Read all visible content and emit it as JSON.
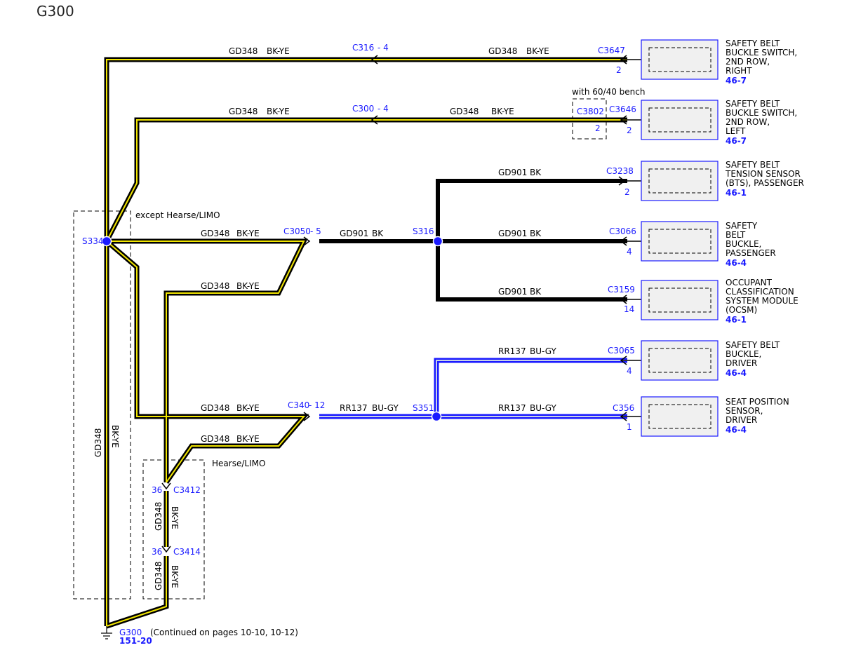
{
  "title": "G300",
  "colors": {
    "black_yellow": "#f2e600",
    "blue": "#1a1aff",
    "blue_gray": "#c8d2e6",
    "box_fill": "#f0f0f0"
  },
  "notes": {
    "bench": "with 60/40 bench",
    "except_hearse": "except Hearse/LIMO",
    "hearse": "Hearse/LIMO",
    "continued": "(Continued on pages 10-10, 10-12)"
  },
  "splices": {
    "s334": "S334",
    "s316": "S316",
    "s351": "S351"
  },
  "connectors": {
    "c316": "C316",
    "c316_pin": "- 4",
    "c300": "C300",
    "c300_pin": "- 4",
    "c3647": "C3647",
    "c3647_pin": "2",
    "c3802": "C3802",
    "c3802_pin": "2",
    "c3646": "C3646",
    "c3646_pin": "2",
    "c3238": "C3238",
    "c3238_pin": "2",
    "c3050": "C3050",
    "c3050_pin": "- 5",
    "c3066": "C3066",
    "c3066_pin": "4",
    "c3159": "C3159",
    "c3159_pin": "14",
    "c3065": "C3065",
    "c3065_pin": "4",
    "c340": "C340",
    "c340_pin": "- 12",
    "c356": "C356",
    "c356_pin": "1",
    "c3412": "C3412",
    "c3412_pin": "36",
    "c3414": "C3414",
    "c3414_pin": "36"
  },
  "wires": {
    "gd348": "GD348",
    "bkye": "BK-YE",
    "gd901": "GD901",
    "bk": "BK",
    "rr137": "RR137",
    "bugy": "BU-GY"
  },
  "devices": [
    {
      "lines": [
        "SAFETY BELT",
        "BUCKLE SWITCH,",
        "2ND ROW,",
        "RIGHT"
      ],
      "ref": "46-7"
    },
    {
      "lines": [
        "SAFETY BELT",
        "BUCKLE SWITCH,",
        "2ND ROW,",
        "LEFT"
      ],
      "ref": "46-7"
    },
    {
      "lines": [
        "SAFETY BELT",
        "TENSION SENSOR",
        "(BTS), PASSENGER"
      ],
      "ref": "46-1"
    },
    {
      "lines": [
        "SAFETY",
        "BELT",
        "BUCKLE,",
        "PASSENGER"
      ],
      "ref": "46-4"
    },
    {
      "lines": [
        "OCCUPANT",
        "CLASSIFICATION",
        "SYSTEM MODULE",
        "(OCSM)"
      ],
      "ref": "46-1"
    },
    {
      "lines": [
        "SAFETY BELT",
        "BUCKLE,",
        "DRIVER"
      ],
      "ref": "46-4"
    },
    {
      "lines": [
        "SEAT POSITION",
        "SENSOR,",
        "DRIVER"
      ],
      "ref": "46-4"
    }
  ],
  "ground": {
    "name": "G300",
    "ref": "151-20"
  }
}
